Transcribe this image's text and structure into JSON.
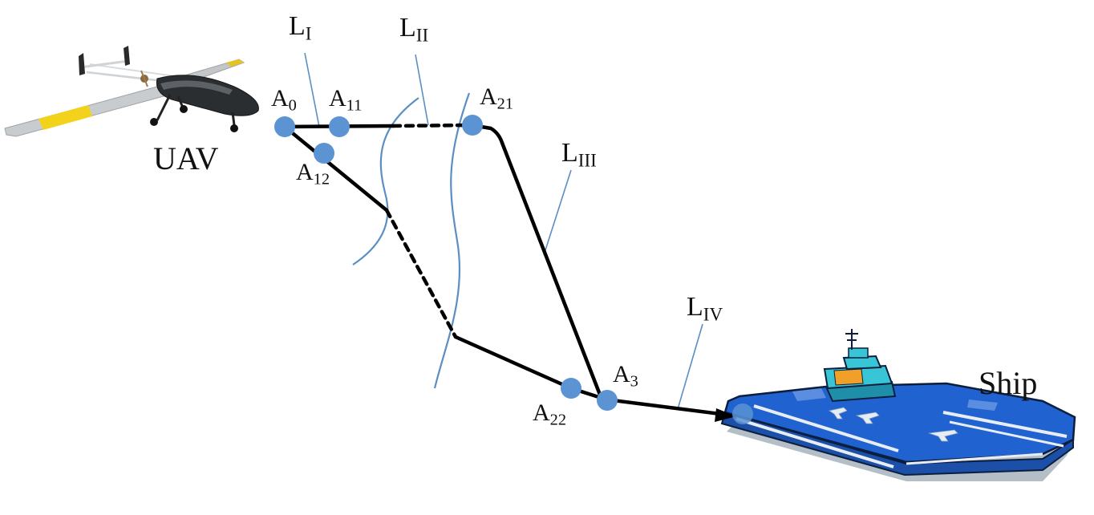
{
  "labels": {
    "uav": "UAV",
    "ship": "Ship",
    "A0": {
      "main": "A",
      "sub": "0"
    },
    "A11": {
      "main": "A",
      "sub": "11"
    },
    "A12": {
      "main": "A",
      "sub": "12"
    },
    "A21": {
      "main": "A",
      "sub": "21"
    },
    "A22": {
      "main": "A",
      "sub": "22"
    },
    "A3": {
      "main": "A",
      "sub": "3"
    },
    "LI": {
      "main": "L",
      "sub": "I"
    },
    "LII": {
      "main": "L",
      "sub": "II"
    },
    "LIII": {
      "main": "L",
      "sub": "III"
    },
    "LIV": {
      "main": "L",
      "sub": "IV"
    }
  },
  "colors": {
    "waypoint": "#5b93d3",
    "path": "#000000",
    "boundary": "#5a8fc4",
    "ship_deck": "#2062d0",
    "ship_island": "#38c6d6"
  }
}
